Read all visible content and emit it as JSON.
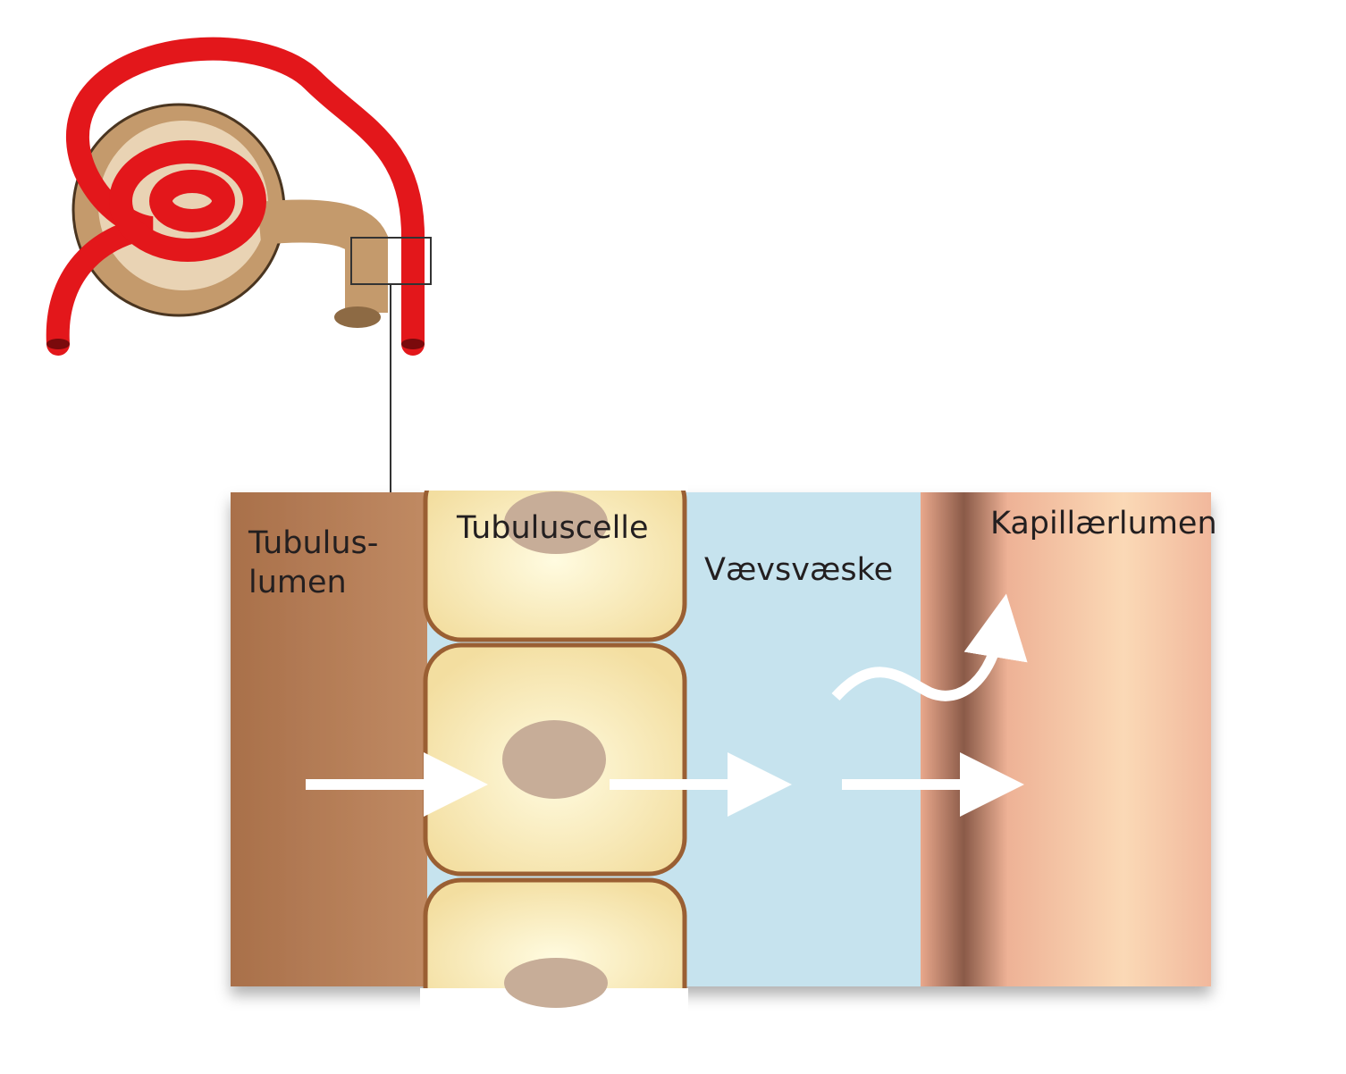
{
  "labels": {
    "tubulus_lumen_line1": "Tubulus-",
    "tubulus_lumen_line2": "lumen",
    "tubulus_cell": "Tubuluscelle",
    "tissue_fluid": "Vævsvæske",
    "capillary_lumen": "Kapillærlumen"
  },
  "colors": {
    "vessel": "#e3171b",
    "tubule": "#c49a6c",
    "lumen": "#a9704a",
    "cell": "#f6e4a8",
    "fluid": "#c6e3ee",
    "capillary": "#f0b49a"
  }
}
